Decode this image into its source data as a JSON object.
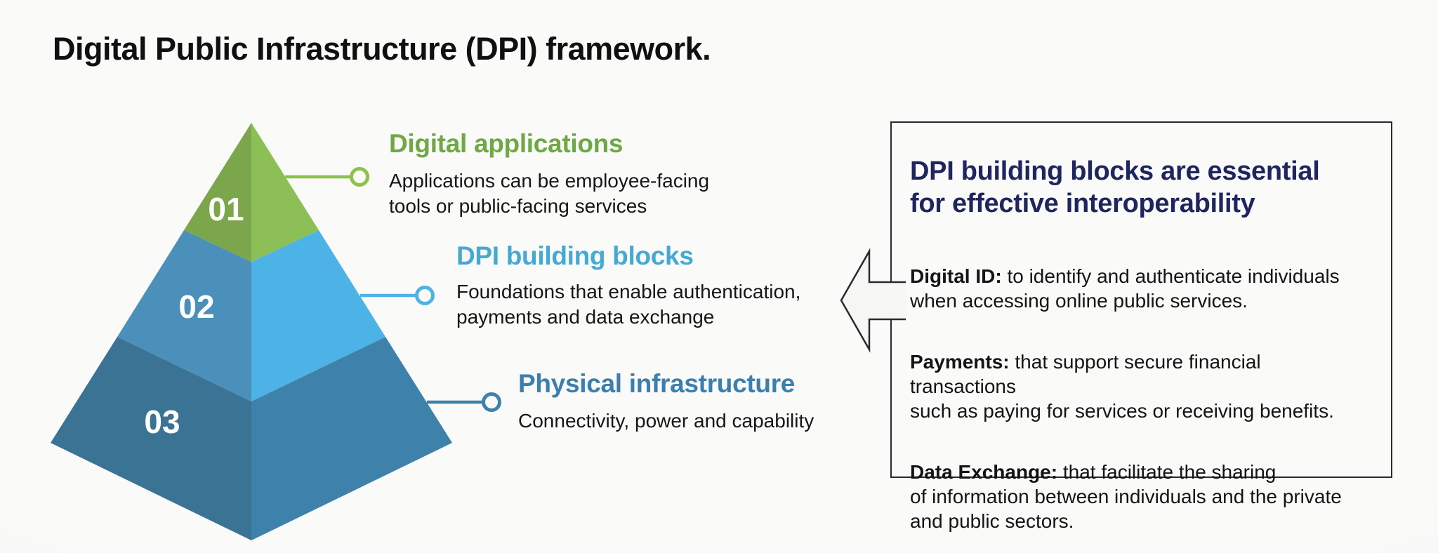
{
  "title": "Digital Public Infrastructure (DPI) framework.",
  "palette": {
    "background": "#f6f6f4",
    "title_text": "#101010",
    "body_text": "#161616",
    "box_border": "#2a2a2e",
    "navy_heading": "#1f255e"
  },
  "pyramid": {
    "levels": [
      {
        "number": "01",
        "heading": "Digital applications",
        "description": "Applications can be employee-facing\ntools or public-facing services",
        "heading_color": "#6fa845",
        "face_left_color": "#7ca64b",
        "face_right_color": "#8cc057",
        "connector_color": "#8bc34a"
      },
      {
        "number": "02",
        "heading": "DPI building blocks",
        "description": "Foundations that enable authentication,\npayments and data exchange",
        "heading_color": "#45a9d4",
        "face_left_color": "#4a90ba",
        "face_right_color": "#4db2e6",
        "connector_color": "#4fb2e4"
      },
      {
        "number": "03",
        "heading": "Physical infrastructure",
        "description": "Connectivity, power and capability",
        "heading_color": "#3b7fae",
        "face_left_color": "#3b7394",
        "face_right_color": "#3e81aa",
        "connector_color": "#3e82ab"
      }
    ]
  },
  "info_box": {
    "title": "DPI building blocks are essential\nfor effective interoperability",
    "items": [
      {
        "label": "Digital ID:",
        "text": " to identify and authenticate individuals\nwhen accessing online public services."
      },
      {
        "label": "Payments:",
        "text": " that support secure financial transactions\nsuch as paying for services or receiving benefits."
      },
      {
        "label": "Data Exchange:",
        "text": " that facilitate the sharing\nof information between individuals and the private\nand public sectors."
      }
    ]
  }
}
